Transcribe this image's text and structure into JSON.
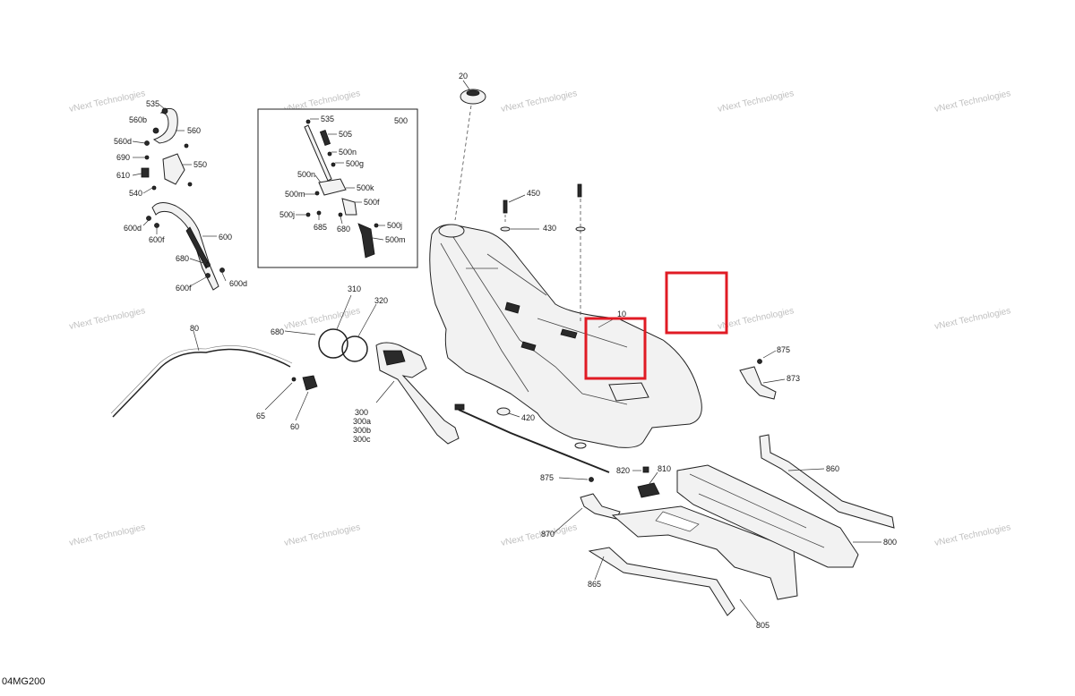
{
  "diagram_code": "04MG200",
  "watermark": {
    "line1": "vNext Technologies",
    "line2": "Technologies"
  },
  "inset_title": "500",
  "labels": {
    "p535": "535",
    "p560b": "560b",
    "p560": "560",
    "p560d": "560d",
    "p690": "690",
    "p550": "550",
    "p610": "610",
    "p540": "540",
    "p600d": "600d",
    "p600f": "600f",
    "p600": "600",
    "p680a": "680",
    "p600f2": "600f",
    "p600d2": "600d",
    "i535": "535",
    "i505": "505",
    "i500n": "500n",
    "i500g": "500g",
    "i500n2": "500n",
    "i500k": "500k",
    "i500m": "500m",
    "i500f": "500f",
    "i500j": "500j",
    "i685": "685",
    "i680": "680",
    "i500j2": "500j",
    "i500m2": "500m",
    "p20": "20",
    "p450": "450",
    "p430": "430",
    "p10": "10",
    "p310": "310",
    "p320": "320",
    "p680b": "680",
    "p80": "80",
    "p65": "65",
    "p60": "60",
    "p300": "300",
    "p300a": "300a",
    "p300b": "300b",
    "p300c": "300c",
    "p420": "420",
    "p875a": "875",
    "p820": "820",
    "p810": "810",
    "p870": "870",
    "p865": "865",
    "p805": "805",
    "p800": "800",
    "p860": "860",
    "p875b": "875",
    "p873": "873"
  },
  "highlight_color": "#e01b24"
}
